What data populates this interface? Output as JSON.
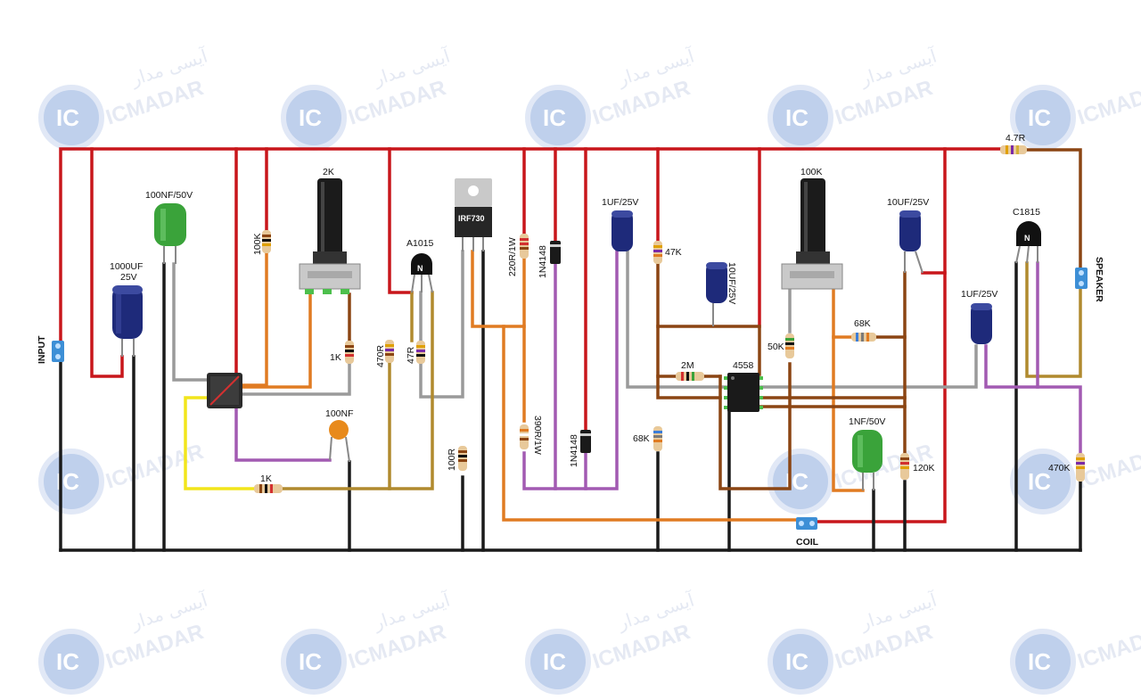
{
  "watermark": {
    "badge": "IC",
    "brand": "ICMADAR",
    "brand_fa": "آیسی مدار"
  },
  "colors": {
    "red_wire": "#c8161b",
    "black_wire": "#1a1a1a",
    "gray_wire": "#9a9a9a",
    "orange_wire": "#e07b22",
    "brown_wire": "#8b4513",
    "olive_wire": "#b08a2e",
    "purple_wire": "#a25ab2",
    "yellow_wire": "#f2e51b",
    "electrolytic": "#1e2a7a",
    "film_cap": "#3aa33a",
    "ceramic_cap": "#e88a1c",
    "resistor_body": "#e8c99a",
    "terminal": "#3d8fd6"
  },
  "labels": {
    "input": "INPUT",
    "coil": "COIL",
    "speaker": "SPEAKER",
    "cap_100nf_50v": "100NF/50V",
    "cap_1000uf": "1000UF",
    "cap_1000uf_v": "25V",
    "pot_2k": "2K",
    "res_100k": "100K",
    "res_1k_a": "1K",
    "transistor_a1015": "A1015",
    "res_470r": "470R",
    "res_47r": "47R",
    "cap_100nf": "100NF",
    "res_1k_b": "1K",
    "mosfet": "IRF730",
    "res_100r": "100R",
    "res_220r": "220R/1W",
    "res_390r": "390R/1W",
    "diode_1": "1N4148",
    "diode_2": "1N4148",
    "cap_1uf_a": "1UF/25V",
    "res_47k": "47K",
    "cap_10uf_a": "10UF/25V",
    "res_2m": "2M",
    "res_68k_a": "68K",
    "ic_4558": "4558",
    "pot_100k": "100K",
    "res_68k_b": "68K",
    "res_50k": "50K",
    "cap_10uf_b": "10UF/25V",
    "cap_1nf": "1NF/50V",
    "res_120k": "120K",
    "transistor_c1815": "C1815",
    "cap_1uf_b": "1UF/25V",
    "res_4r7": "4.7R",
    "res_470k": "470K",
    "npn_mark": "N"
  }
}
